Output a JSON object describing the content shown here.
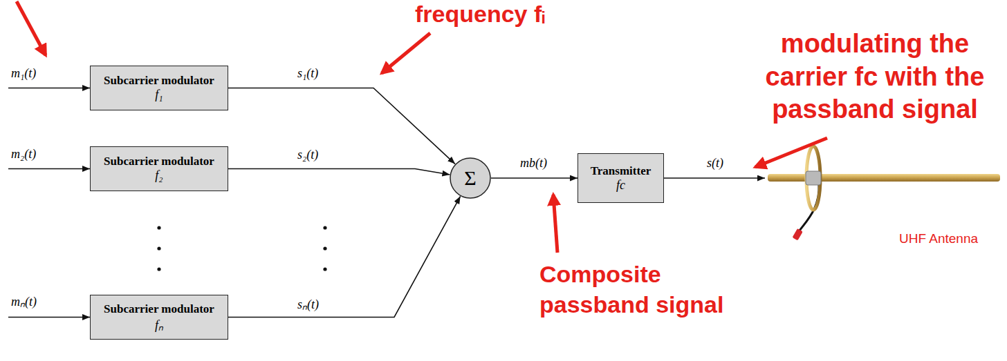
{
  "diagram": {
    "nodes": [
      {
        "text": [
          "Subcarrier modulator",
          "f₁"
        ]
      },
      {
        "text": [
          "Subcarrier modulator",
          "f₂"
        ]
      },
      {
        "text": [
          "Subcarrier modulator",
          "fₙ"
        ]
      },
      {
        "text": [
          "Σ"
        ]
      },
      {
        "text": [
          "Transmitter",
          "fc"
        ]
      }
    ],
    "edges": [
      {
        "from": 0,
        "to": 3,
        "arrow": "to",
        "label": "s₁(t)"
      },
      {
        "from": 1,
        "to": 3,
        "arrow": "to",
        "label": "s₂(t)"
      },
      {
        "from": 2,
        "to": 3,
        "arrow": "to",
        "label": "sₙ(t)"
      },
      {
        "from": 3,
        "to": 4,
        "arrow": "to",
        "label": "mb(t)"
      }
    ],
    "labels": [
      "m₁(t)",
      "m₂(t)",
      "mₙ(t)",
      "s(t)",
      "frequency fᵢ",
      "modulating the carrier fc with the passband signal",
      "Composite passband signal",
      "UHF Antenna"
    ]
  }
}
